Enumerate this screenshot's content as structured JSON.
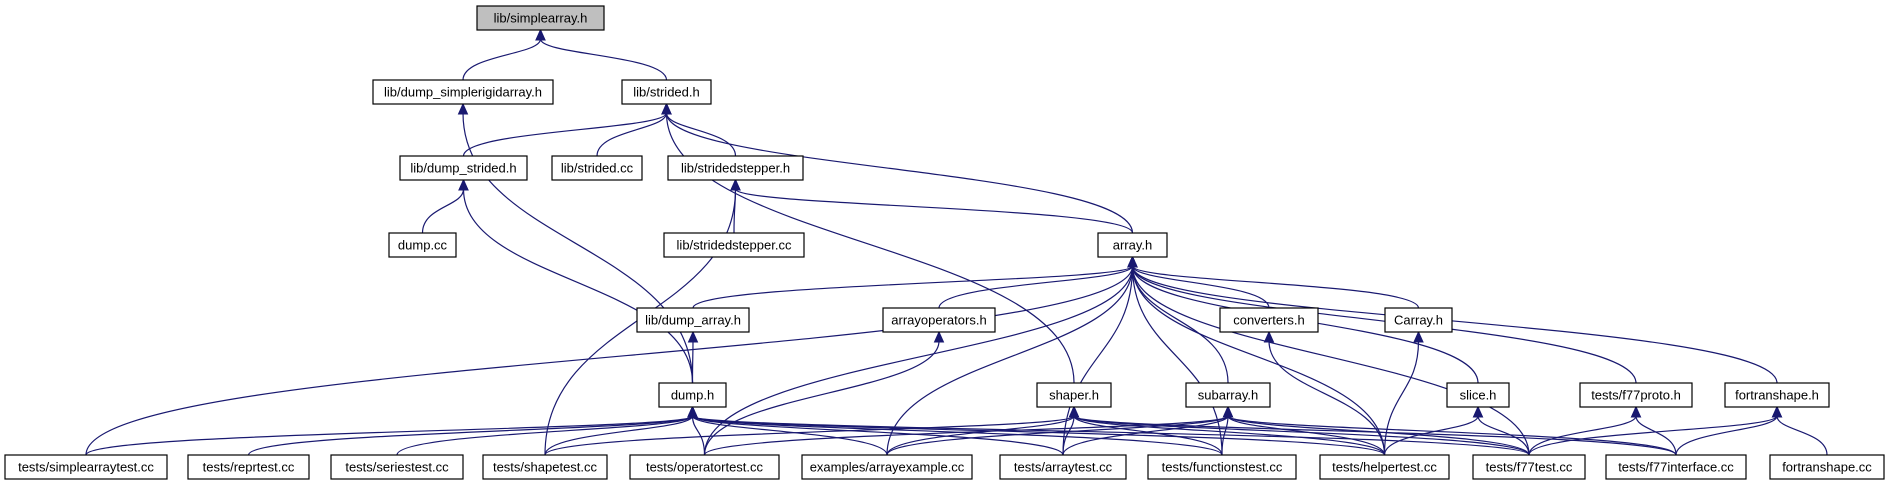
{
  "diagram": {
    "title": "",
    "nodes": [
      {
        "id": "simplearray_h",
        "label": "lib/simplearray.h",
        "highlight": true
      },
      {
        "id": "dump_simplerigidarray_h",
        "label": "lib/dump_simplerigidarray.h"
      },
      {
        "id": "strided_h",
        "label": "lib/strided.h"
      },
      {
        "id": "dump_strided_h",
        "label": "lib/dump_strided.h"
      },
      {
        "id": "strided_cc",
        "label": "lib/strided.cc"
      },
      {
        "id": "stridedstepper_h",
        "label": "lib/stridedstepper.h"
      },
      {
        "id": "dump_cc",
        "label": "dump.cc"
      },
      {
        "id": "stridedstepper_cc",
        "label": "lib/stridedstepper.cc"
      },
      {
        "id": "array_h",
        "label": "array.h"
      },
      {
        "id": "dump_array_h",
        "label": "lib/dump_array.h"
      },
      {
        "id": "arrayoperators_h",
        "label": "arrayoperators.h"
      },
      {
        "id": "converters_h",
        "label": "converters.h"
      },
      {
        "id": "carray_h",
        "label": "Carray.h"
      },
      {
        "id": "dump_h",
        "label": "dump.h"
      },
      {
        "id": "shaper_h",
        "label": "shaper.h"
      },
      {
        "id": "subarray_h",
        "label": "subarray.h"
      },
      {
        "id": "slice_h",
        "label": "slice.h"
      },
      {
        "id": "f77proto_h",
        "label": "tests/f77proto.h"
      },
      {
        "id": "fortranshape_h",
        "label": "fortranshape.h"
      },
      {
        "id": "simplearraytest_cc",
        "label": "tests/simplearraytest.cc"
      },
      {
        "id": "reprtest_cc",
        "label": "tests/reprtest.cc"
      },
      {
        "id": "seriestest_cc",
        "label": "tests/seriestest.cc"
      },
      {
        "id": "shapetest_cc",
        "label": "tests/shapetest.cc"
      },
      {
        "id": "operatortest_cc",
        "label": "tests/operatortest.cc"
      },
      {
        "id": "arrayexample_cc",
        "label": "examples/arrayexample.cc"
      },
      {
        "id": "arraytest_cc",
        "label": "tests/arraytest.cc"
      },
      {
        "id": "functionstest_cc",
        "label": "tests/functionstest.cc"
      },
      {
        "id": "helpertest_cc",
        "label": "tests/helpertest.cc"
      },
      {
        "id": "f77test_cc",
        "label": "tests/f77test.cc"
      },
      {
        "id": "f77interface_cc",
        "label": "tests/f77interface.cc"
      },
      {
        "id": "fortranshape_cc",
        "label": "fortranshape.cc"
      }
    ],
    "edges": [
      {
        "from": "dump_simplerigidarray_h",
        "to": "simplearray_h"
      },
      {
        "from": "strided_h",
        "to": "simplearray_h"
      },
      {
        "from": "dump_h",
        "to": "dump_simplerigidarray_h"
      },
      {
        "from": "dump_strided_h",
        "to": "strided_h"
      },
      {
        "from": "strided_cc",
        "to": "strided_h"
      },
      {
        "from": "stridedstepper_h",
        "to": "strided_h"
      },
      {
        "from": "array_h",
        "to": "strided_h"
      },
      {
        "from": "shaper_h",
        "to": "strided_h"
      },
      {
        "from": "dump_cc",
        "to": "dump_strided_h"
      },
      {
        "from": "dump_h",
        "to": "dump_strided_h"
      },
      {
        "from": "stridedstepper_cc",
        "to": "stridedstepper_h"
      },
      {
        "from": "array_h",
        "to": "stridedstepper_h"
      },
      {
        "from": "shapetest_cc",
        "to": "stridedstepper_h"
      },
      {
        "from": "simplearraytest_cc",
        "to": "array_h"
      },
      {
        "from": "dump_array_h",
        "to": "array_h"
      },
      {
        "from": "operatortest_cc",
        "to": "array_h"
      },
      {
        "from": "arrayoperators_h",
        "to": "array_h"
      },
      {
        "from": "arrayexample_cc",
        "to": "array_h"
      },
      {
        "from": "arraytest_cc",
        "to": "array_h"
      },
      {
        "from": "functionstest_cc",
        "to": "array_h"
      },
      {
        "from": "subarray_h",
        "to": "array_h"
      },
      {
        "from": "converters_h",
        "to": "array_h"
      },
      {
        "from": "helpertest_cc",
        "to": "array_h"
      },
      {
        "from": "carray_h",
        "to": "array_h"
      },
      {
        "from": "slice_h",
        "to": "array_h"
      },
      {
        "from": "f77test_cc",
        "to": "array_h"
      },
      {
        "from": "f77proto_h",
        "to": "array_h"
      },
      {
        "from": "fortranshape_h",
        "to": "array_h"
      },
      {
        "from": "dump_h",
        "to": "dump_array_h"
      },
      {
        "from": "operatortest_cc",
        "to": "arrayoperators_h"
      },
      {
        "from": "helpertest_cc",
        "to": "converters_h"
      },
      {
        "from": "helpertest_cc",
        "to": "carray_h"
      },
      {
        "from": "simplearraytest_cc",
        "to": "dump_h"
      },
      {
        "from": "reprtest_cc",
        "to": "dump_h"
      },
      {
        "from": "seriestest_cc",
        "to": "dump_h"
      },
      {
        "from": "shapetest_cc",
        "to": "dump_h"
      },
      {
        "from": "operatortest_cc",
        "to": "dump_h"
      },
      {
        "from": "arrayexample_cc",
        "to": "dump_h"
      },
      {
        "from": "arraytest_cc",
        "to": "dump_h"
      },
      {
        "from": "functionstest_cc",
        "to": "dump_h"
      },
      {
        "from": "helpertest_cc",
        "to": "dump_h"
      },
      {
        "from": "f77test_cc",
        "to": "dump_h"
      },
      {
        "from": "shapetest_cc",
        "to": "shaper_h"
      },
      {
        "from": "arrayexample_cc",
        "to": "shaper_h"
      },
      {
        "from": "arraytest_cc",
        "to": "shaper_h"
      },
      {
        "from": "functionstest_cc",
        "to": "shaper_h"
      },
      {
        "from": "helpertest_cc",
        "to": "shaper_h"
      },
      {
        "from": "f77test_cc",
        "to": "shaper_h"
      },
      {
        "from": "f77interface_cc",
        "to": "shaper_h"
      },
      {
        "from": "operatortest_cc",
        "to": "subarray_h"
      },
      {
        "from": "arrayexample_cc",
        "to": "subarray_h"
      },
      {
        "from": "arraytest_cc",
        "to": "subarray_h"
      },
      {
        "from": "functionstest_cc",
        "to": "subarray_h"
      },
      {
        "from": "helpertest_cc",
        "to": "subarray_h"
      },
      {
        "from": "f77test_cc",
        "to": "subarray_h"
      },
      {
        "from": "f77interface_cc",
        "to": "subarray_h"
      },
      {
        "from": "helpertest_cc",
        "to": "slice_h"
      },
      {
        "from": "f77test_cc",
        "to": "slice_h"
      },
      {
        "from": "f77test_cc",
        "to": "f77proto_h"
      },
      {
        "from": "f77interface_cc",
        "to": "f77proto_h"
      },
      {
        "from": "f77test_cc",
        "to": "fortranshape_h"
      },
      {
        "from": "f77interface_cc",
        "to": "fortranshape_h"
      },
      {
        "from": "fortranshape_cc",
        "to": "fortranshape_h"
      }
    ],
    "colors": {
      "edge": "#191970",
      "node_border": "#000000",
      "node_fill": "#ffffff",
      "root_fill": "#bfbfbf"
    }
  }
}
